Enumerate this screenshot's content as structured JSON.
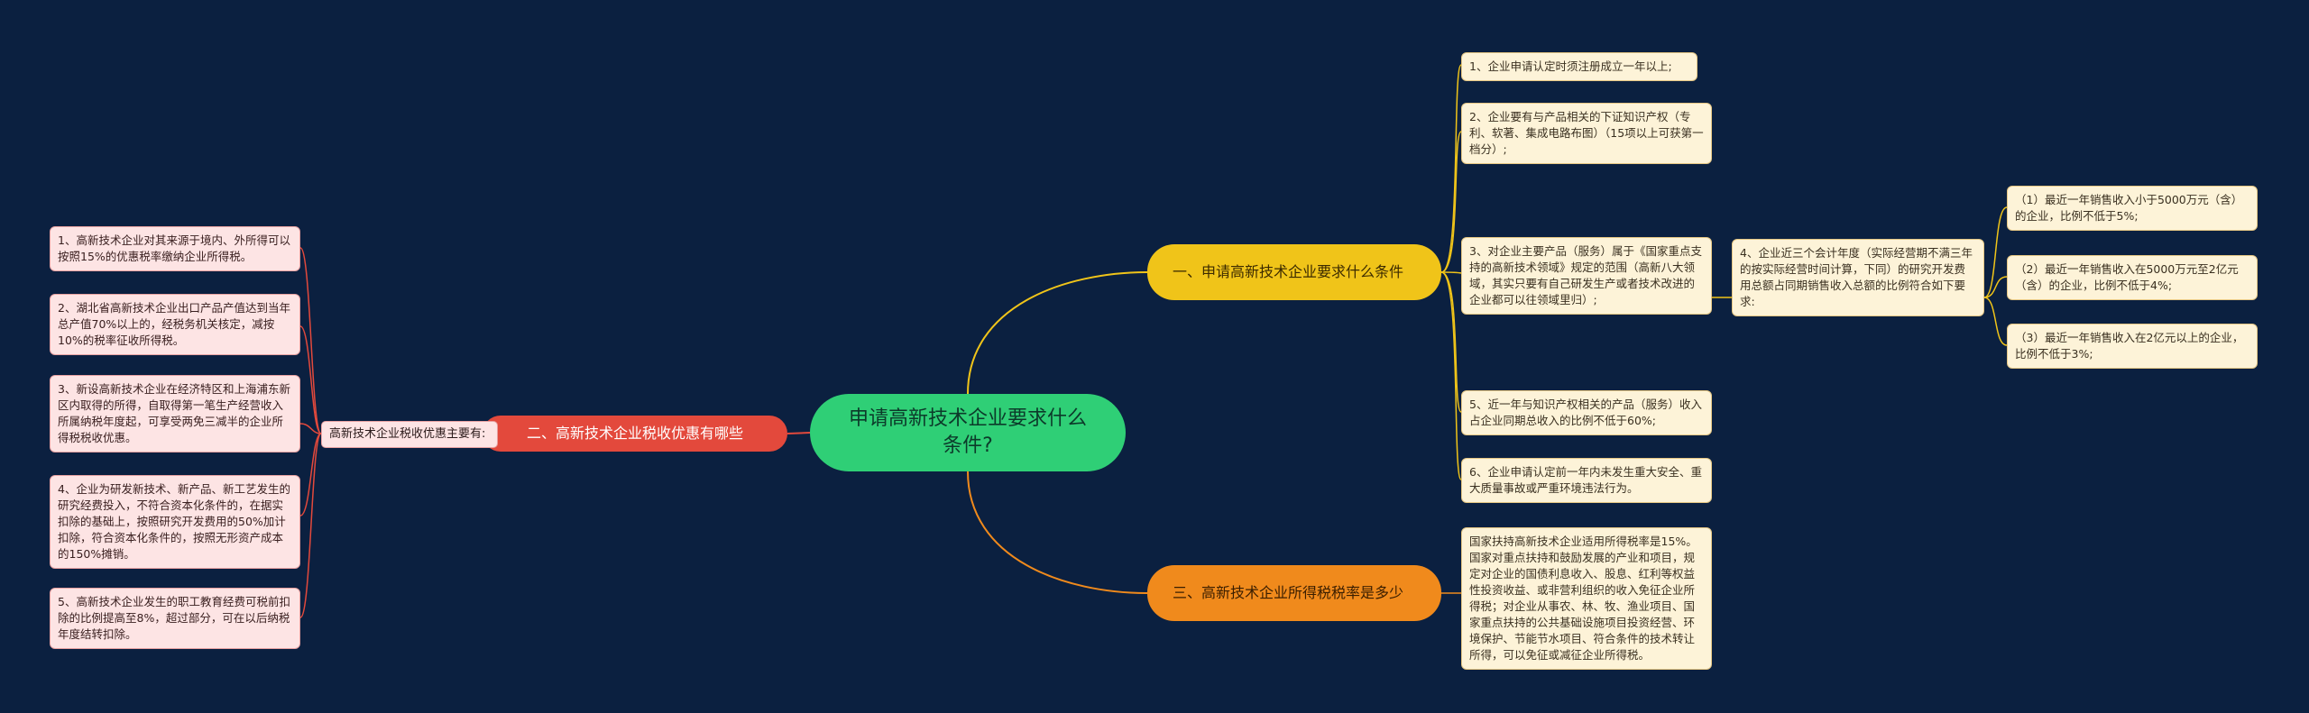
{
  "root": "申请高新技术企业要求什么条件?",
  "branches": {
    "b1": "一、申请高新技术企业要求什么条件",
    "b2": "二、高新技术企业税收优惠有哪些",
    "b3": "三、高新技术企业所得税税率是多少"
  },
  "b1_items": [
    "1、企业申请认定时须注册成立一年以上;",
    "2、企业要有与产品相关的下证知识产权（专利、软著、集成电路布图）（15项以上可获第一档分）;",
    "3、对企业主要产品（服务）属于《国家重点支持的高新技术领域》规定的范围（高新八大领域，其实只要有自己研发生产或者技术改进的企业都可以往领域里归）;",
    "5、近一年与知识产权相关的产品（服务）收入占企业同期总收入的比例不低于60%;",
    "6、企业申请认定前一年内未发生重大安全、重大质量事故或严重环境违法行为。"
  ],
  "item4": "4、企业近三个会计年度（实际经营期不满三年的按实际经营时间计算，下同）的研究开发费用总额占同期销售收入总额的比例符合如下要求:",
  "item4_subs": [
    "（1）最近一年销售收入小于5000万元（含）的企业，比例不低于5%;",
    "（2）最近一年销售收入在5000万元至2亿元（含）的企业，比例不低于4%;",
    "（3）最近一年销售收入在2亿元以上的企业，比例不低于3%;"
  ],
  "b2_label": "高新技术企业税收优惠主要有:",
  "b2_items": [
    "1、高新技术企业对其来源于境内、外所得可以按照15%的优惠税率缴纳企业所得税。",
    "2、湖北省高新技术企业出口产品产值达到当年总产值70%以上的，经税务机关核定，减按10%的税率征收所得税。",
    "3、新设高新技术企业在经济特区和上海浦东新区内取得的所得，自取得第一笔生产经营收入所属纳税年度起，可享受两免三减半的企业所得税税收优惠。",
    "4、企业为研发新技术、新产品、新工艺发生的研究经费投入，不符合资本化条件的，在据实扣除的基础上，按照研究开发费用的50%加计扣除，符合资本化条件的，按照无形资产成本的150%摊销。",
    "5、高新技术企业发生的职工教育经费可税前扣除的比例提高至8%，超过部分，可在以后纳税年度结转扣除。"
  ],
  "b3_item": "国家扶持高新技术企业适用所得税率是15%。国家对重点扶持和鼓励发展的产业和项目，规定对企业的国债利息收入、股息、红利等权益性投资收益、或非营利组织的收入免征企业所得税；对企业从事农、林、牧、渔业项目、国家重点扶持的公共基础设施项目投资经营、环境保护、节能节水项目、符合条件的技术转让所得，可以免征或减征企业所得税。",
  "colors": {
    "background": "#0b2040",
    "root": "#2fcf76",
    "branch1": "#f0c419",
    "branch2": "#e3493c",
    "branch3": "#f08a1c"
  }
}
